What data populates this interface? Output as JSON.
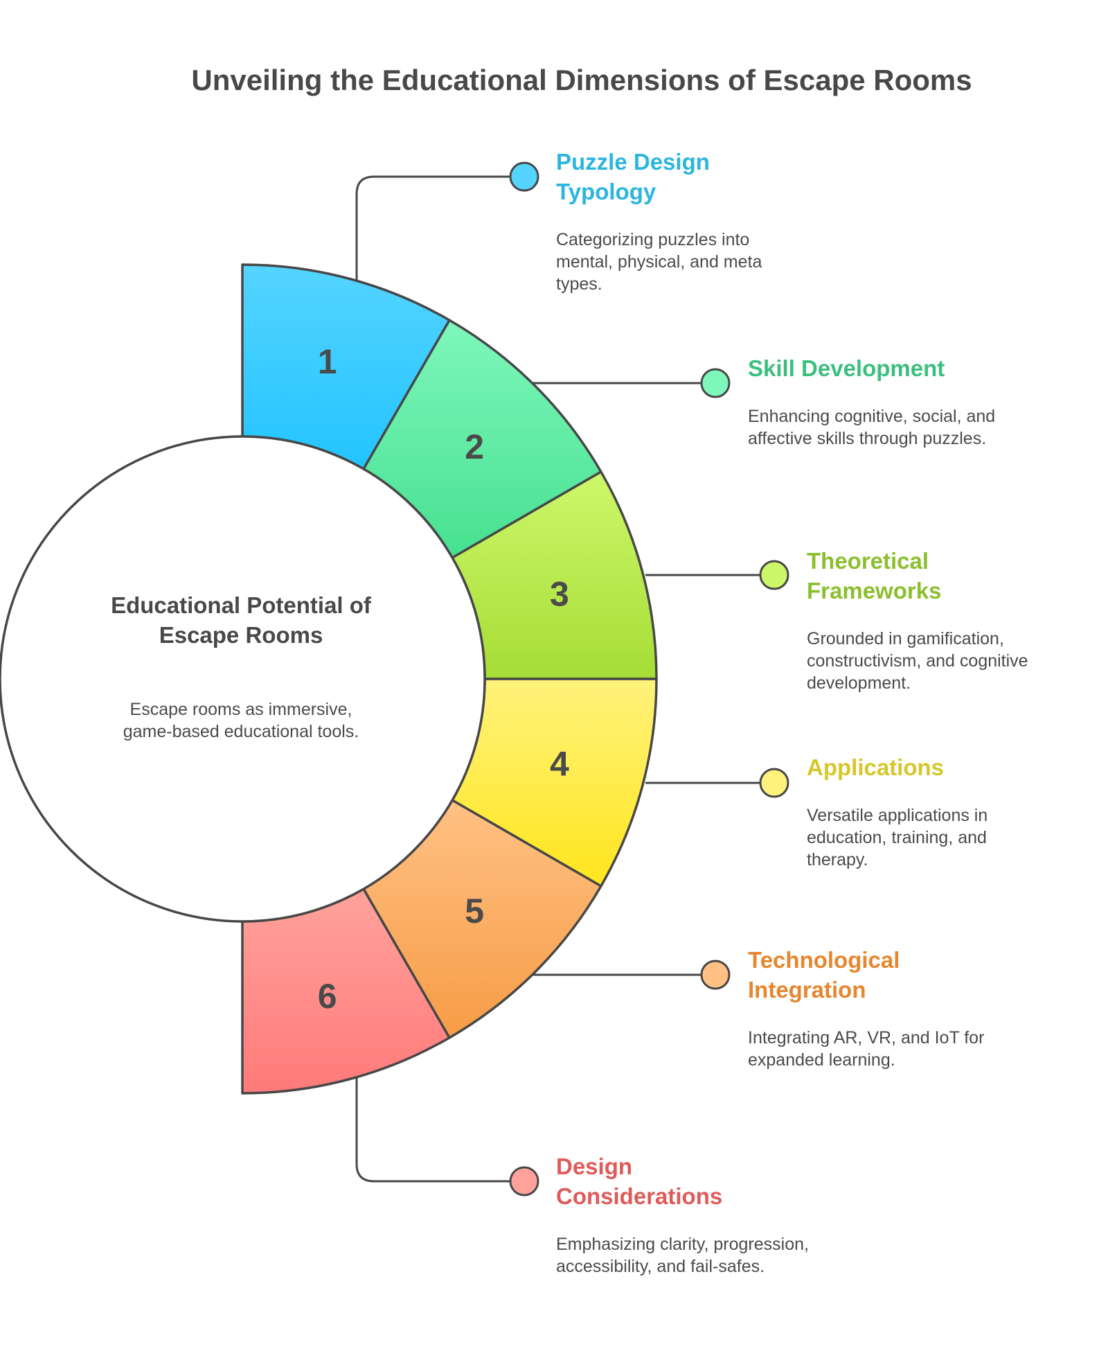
{
  "title": "Unveiling the Educational Dimensions of Escape Rooms",
  "center": {
    "title": "Educational Potential of Escape Rooms",
    "description": "Escape rooms as immersive, game-based educational tools."
  },
  "items": [
    {
      "number": "1",
      "title": "Puzzle Design Typology",
      "description": "Categorizing puzzles into mental, physical, and meta types.",
      "color": "#2bb5e0",
      "fill_top": "#55d4ff",
      "fill_bottom": "#22c4ff"
    },
    {
      "number": "2",
      "title": "Skill Development",
      "description": "Enhancing cognitive, social, and affective skills through puzzles.",
      "color": "#3cbf7e",
      "fill_top": "#7ef7bb",
      "fill_bottom": "#47e090"
    },
    {
      "number": "3",
      "title": "Theoretical Frameworks",
      "description": "Grounded in gamification, constructivism, and cognitive development.",
      "color": "#8cbf2e",
      "fill_top": "#cdf76a",
      "fill_bottom": "#a6dd36"
    },
    {
      "number": "4",
      "title": "Applications",
      "description": "Versatile applications in education, training, and therapy.",
      "color": "#d6c72a",
      "fill_top": "#fff27c",
      "fill_bottom": "#ffe61e"
    },
    {
      "number": "5",
      "title": "Technological Integration",
      "description": "Integrating AR, VR, and IoT for expanded learning.",
      "color": "#e6862e",
      "fill_top": "#ffc184",
      "fill_bottom": "#f79c46"
    },
    {
      "number": "6",
      "title": "Design Considerations",
      "description": "Emphasizing clarity, progression, accessibility, and fail-safes.",
      "color": "#e05a5a",
      "fill_top": "#ffa29c",
      "fill_bottom": "#ff7a7a"
    }
  ]
}
